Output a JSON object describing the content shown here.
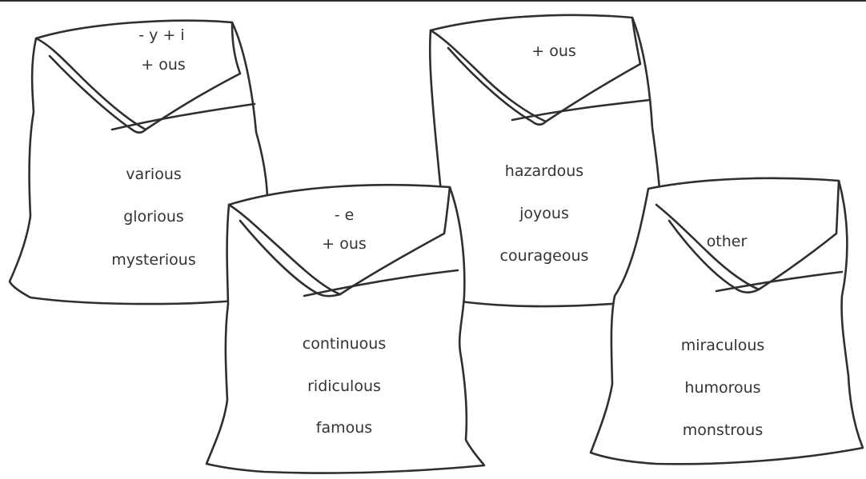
{
  "sacks": [
    {
      "label_lines": [
        "- y + i",
        "+ ous"
      ],
      "words": [
        "various",
        "glorious",
        "mysterious"
      ]
    },
    {
      "label_lines": [
        "- e",
        "+ ous"
      ],
      "words": [
        "continuous",
        "ridiculous",
        "famous"
      ]
    },
    {
      "label_lines": [
        "+ ous"
      ],
      "words": [
        "hazardous",
        "joyous",
        "courageous"
      ]
    },
    {
      "label_lines": [
        "other"
      ],
      "words": [
        "miraculous",
        "humorous",
        "monstrous"
      ]
    }
  ]
}
